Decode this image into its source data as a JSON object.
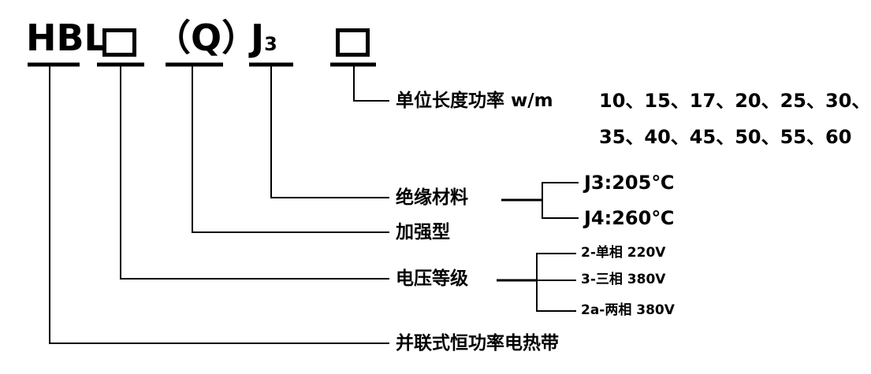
{
  "codes": {
    "prefix": "HBL",
    "voltage_code": "口",
    "reinforced_code": "（Q）",
    "insulation_code_main": "J",
    "insulation_code_sub": "3",
    "power_code": "口"
  },
  "labels": {
    "power_per_length": "单位长度功率 w/m",
    "power_values_row1": "10、15、17、20、25、30、",
    "power_values_row2": "35、40、45、50、55、60",
    "insulation_material": "绝缘材料",
    "insulation_options": [
      "J3:205℃",
      "J4:260℃"
    ],
    "reinforced": "加强型",
    "voltage_level": "电压等级",
    "voltage_options": [
      "2-单相 220V",
      "3-三相 380V",
      "2a-两相 380V"
    ],
    "product_name": "并联式恒功率电热带"
  }
}
